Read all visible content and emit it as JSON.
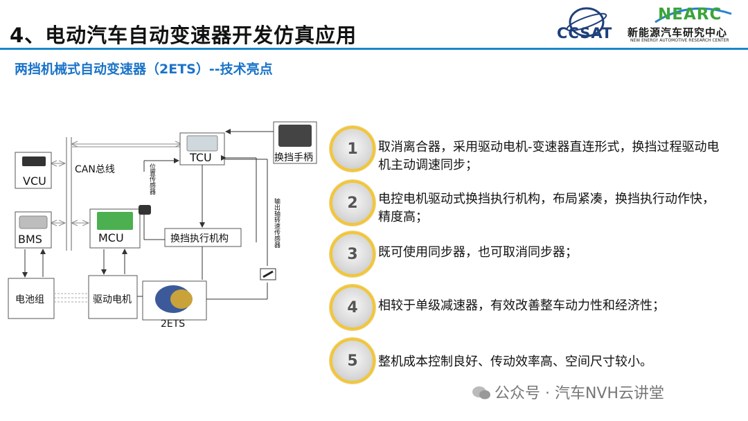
{
  "header": {
    "title": "4、电动汽车自动变速器开发仿真应用",
    "subtitle": "两挡机械式自动变速器（2ETS）--技术亮点"
  },
  "logos": {
    "ccsat": "CCSAT",
    "nearc_brand": "NEARC",
    "nearc_cn": "新能源汽车研究中心",
    "nearc_en": "NEW ENERGY AUTOMOTIVE RESEARCH CENTER"
  },
  "diagram": {
    "vcu": "VCU",
    "bms": "BMS",
    "mcu": "MCU",
    "tcu": "TCU",
    "can_bus": "CAN总线",
    "battery": "电池组",
    "drive_motor": "驱动电机",
    "shift_actuator": "换挡执行机构",
    "shift_handle": "换挡手柄",
    "position_sensor": "位置传感器",
    "output_speed_sensor": "输出轴转速传感器",
    "transmission": "2ETS"
  },
  "highlights": [
    {
      "num": "1",
      "text": "取消离合器，采用驱动电机-变速器直连形式，换挡过程驱动电机主动调速同步；"
    },
    {
      "num": "2",
      "text": "电控电机驱动式换挡执行机构，布局紧凑，换挡执行动作快，精度高；"
    },
    {
      "num": "3",
      "text": "既可使用同步器，也可取消同步器；"
    },
    {
      "num": "4",
      "text": "相较于单级减速器，有效改善整车动力性和经济性；"
    },
    {
      "num": "5",
      "text": "整机成本控制良好、传动效率高、空间尺寸较小。"
    }
  ],
  "watermark": "公众号 · 汽车NVH云讲堂",
  "colors": {
    "accent": "#1a87c9",
    "subtitle": "#1a73c8",
    "badge_ring": "#f2c63a"
  }
}
